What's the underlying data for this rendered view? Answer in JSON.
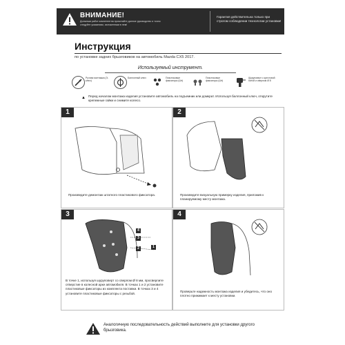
{
  "banner": {
    "warn_title": "ВНИМАНИЕ!",
    "warn_text": "Должным работ компетентна прочитайте данное руководство и точно следуйте указаниям, изложенным в нем!",
    "guarantee": "Гарантия действительна только при строгом соблюдении технологии установки!"
  },
  "title": "Инструкция",
  "subtitle": "по установке задних брызговиков на автомобиль Mazda CX5 2017.",
  "tools_heading": "Используемый инструмент.",
  "tools": [
    {
      "icon": "drill-bit-icon",
      "label": "Ручная монтажка (Э-ключ)"
    },
    {
      "icon": "wrench-icon",
      "label": "Баллонный ключ"
    },
    {
      "icon": "screws-icon",
      "label": "Пластиковые фиксаторы (Шт)"
    },
    {
      "icon": "clips-icon",
      "label": "Пластиковые фиксаторы (Шт)"
    },
    {
      "icon": "screwdriver-icon",
      "label": "Шуруповерт с крестовой битой и сверлом Ø 8"
    }
  ],
  "notice": "Перед началом монтажа изделия установите автомобиль на подъемник или домкрат. Используя баллонный ключ, открутите крепежные гайки и снимите колесо.",
  "steps": [
    {
      "num": "1",
      "caption": "Произведите демонтаж штатного пластикового фиксатора."
    },
    {
      "num": "2",
      "caption": "Произведите визуальную примерку изделия, приложив к планируемому месту монтажа."
    },
    {
      "num": "3",
      "caption": "В точке 1, используя шуруповерт со сверлом Ø 8 мм, просверлите отверстие в колесной арке автомобиля. В точках 1 и 2 установите пластиковые фиксаторы из комплекта поставки. В точках 3 и 4 установите пластиковые фиксаторы с резьбой."
    },
    {
      "num": "4",
      "caption": "Проверьте надежность монтажа изделия и убедитесь, что оно плотно прижимает к месту установки."
    }
  ],
  "callouts": [
    "1",
    "2",
    "3",
    "4"
  ],
  "footer": "Аналогичную последовательность действий выполните для установки другого брызговика."
}
